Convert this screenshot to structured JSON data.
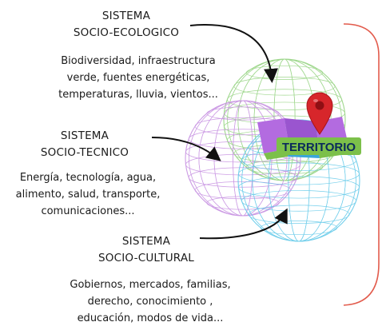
{
  "systems": {
    "ecologico": {
      "title_line1": "SISTEMA",
      "title_line2": "SOCIO-ECOLOGICO",
      "desc_line1": "Biodiversidad, infraestructura",
      "desc_line2": "verde, fuentes energéticas,",
      "desc_line3": "temperaturas, lluvia, vientos...",
      "sphere_color": "#8fd17a"
    },
    "tecnico": {
      "title_line1": "SISTEMA",
      "title_line2": "SOCIO-TECNICO",
      "desc_line1": "Energía, tecnología, agua,",
      "desc_line2": "alimento, salud, transporte,",
      "desc_line3": "comunicaciones...",
      "sphere_color": "#c48be0"
    },
    "cultural": {
      "title_line1": "SISTEMA",
      "title_line2": "SOCIO-CULTURAL",
      "desc_line1": "Gobiernos, mercados, familias,",
      "desc_line2": "derecho, conocimiento ,",
      "desc_line3": "educación, modos de vida...",
      "sphere_color": "#5cc7e8"
    }
  },
  "territorio": {
    "label": "TERRITORIO",
    "pin_color": "#d7262b",
    "map_colors": [
      "#b36be0",
      "#7cc04a",
      "#3aa6d8"
    ]
  },
  "bracket_color": "#e25b4c"
}
